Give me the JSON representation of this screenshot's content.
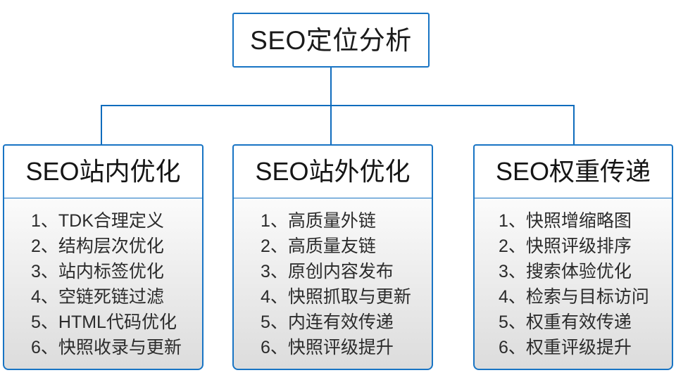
{
  "diagram": {
    "root": {
      "label": "SEO定位分析"
    },
    "accent_color": "#1874c4",
    "connector_color": "#0f6cbd",
    "columns": [
      {
        "header": "SEO站内优化",
        "items": [
          "1、TDK合理定义",
          "2、结构层次优化",
          "3、站内标签优化",
          "4、空链死链过滤",
          "5、HTML代码优化",
          "6、快照收录与更新"
        ]
      },
      {
        "header": "SEO站外优化",
        "items": [
          "1、高质量外链",
          "2、高质量友链",
          "3、原创内容发布",
          "4、快照抓取与更新",
          "5、内连有效传递",
          "6、快照评级提升"
        ]
      },
      {
        "header": "SEO权重传递",
        "items": [
          "1、快照增缩略图",
          "2、快照评级排序",
          "3、搜索体验优化",
          "4、检索与目标访问",
          "5、权重有效传递",
          "6、权重评级提升"
        ]
      }
    ]
  }
}
